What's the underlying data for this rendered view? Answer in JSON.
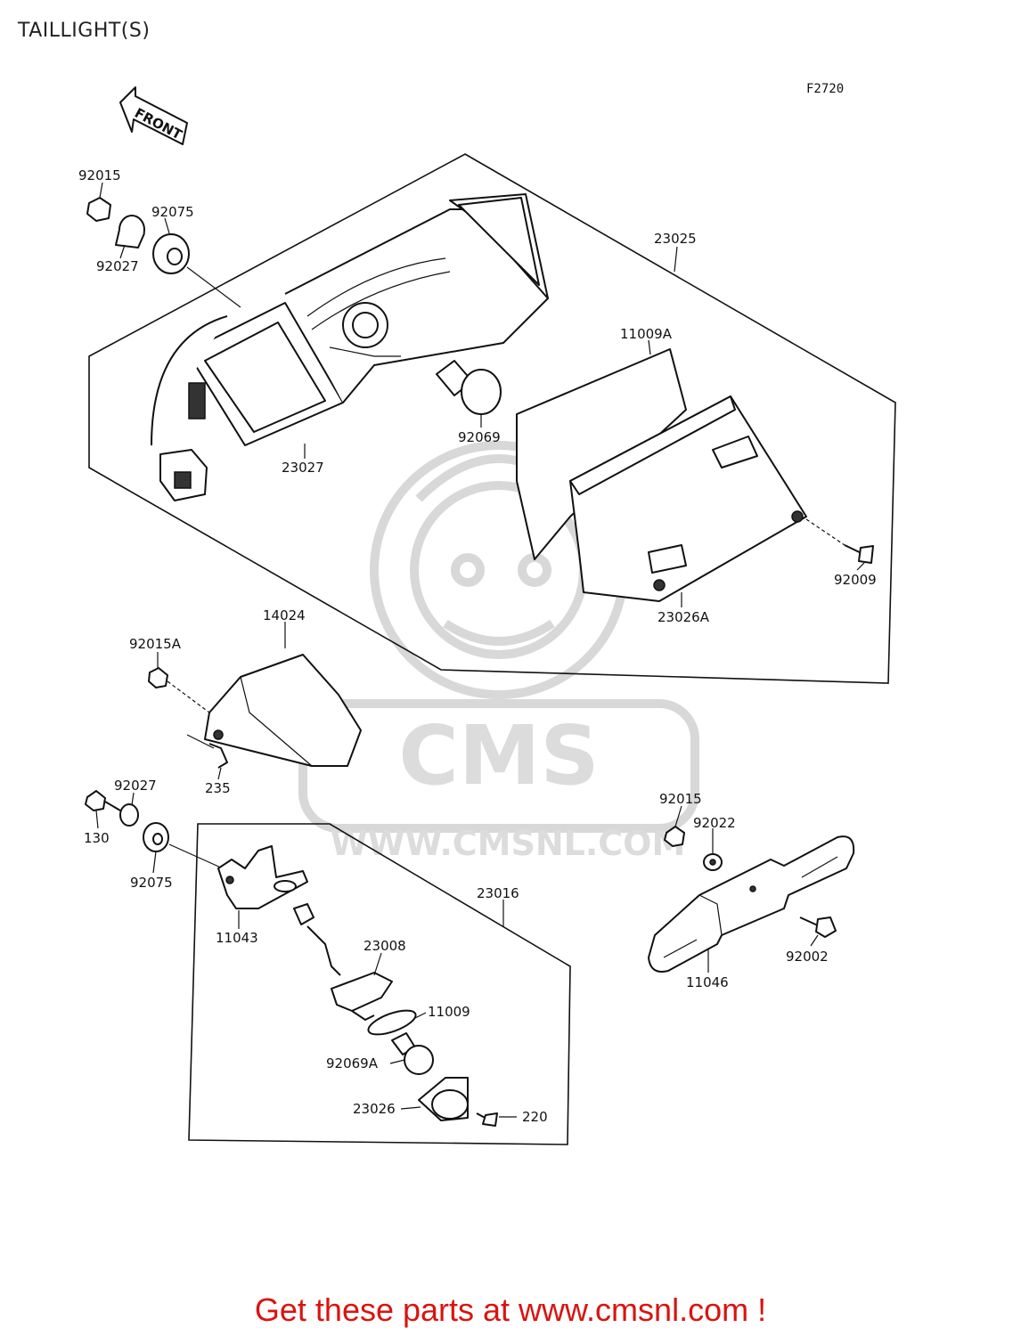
{
  "header": {
    "title": "TAILLIGHT(S)",
    "figure_code": "F2720"
  },
  "orientation": {
    "arrow_label": "FRONT"
  },
  "watermark": {
    "logo_text": "CMS",
    "site_text": "WWW.CMSNL.COM"
  },
  "part_labels": {
    "p92015_top": "92015",
    "p92075_top": "92075",
    "p92027_top": "92027",
    "p23025": "23025",
    "p11009A": "11009A",
    "p92069": "92069",
    "p23027": "23027",
    "p92009": "92009",
    "p23026A": "23026A",
    "p14024": "14024",
    "p92015A": "92015A",
    "p235": "235",
    "p92027_mid": "92027",
    "p130": "130",
    "p92075_mid": "92075",
    "p11043": "11043",
    "p23016": "23016",
    "p23008": "23008",
    "p11009": "11009",
    "p92069A": "92069A",
    "p23026": "23026",
    "p220": "220",
    "p92015_right": "92015",
    "p92022": "92022",
    "p92002": "92002",
    "p11046": "11046"
  },
  "footer": {
    "banner_text": "Get these parts at www.cmsnl.com !"
  },
  "colors": {
    "banner_red": "#d9140f",
    "line_black": "#111111",
    "watermark_gray": "#d8d8d8"
  }
}
